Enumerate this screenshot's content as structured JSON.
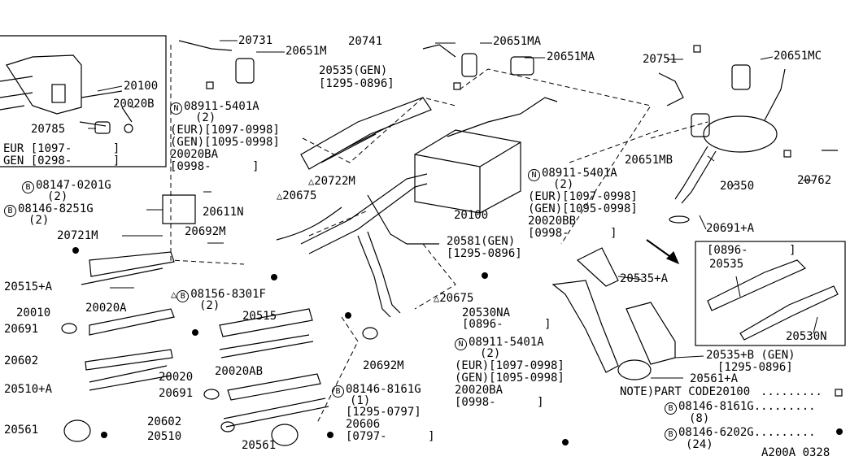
{
  "inset_topleft": {
    "part": "20100",
    "part2": "20020B",
    "part3": "20785",
    "eur": "EUR [1097-      ]",
    "gen": "GEN [0298-      ]"
  },
  "labels": {
    "p20731": "20731",
    "p20651M": "20651M",
    "p20741": "20741",
    "p20651MA_a": "20651MA",
    "p20651MA_b": "20651MA",
    "p20751": "20751",
    "p20651MC": "20651MC",
    "p20535gen": "20535(GEN)",
    "p20535gen_date": "[1295-0896]",
    "n_08911_a": "08911-5401A",
    "n_08911_a_qty": "(2)",
    "eur_a": "(EUR)[1097-0998]",
    "gen_a": "(GEN)[1095-0998]",
    "p20020BA_a": "20020BA",
    "date_0998_a": "[0998-      ]",
    "b_08147": "08147-0201G",
    "b_08147_qty": "(2)",
    "b_08146_8251": "08146-8251G",
    "b_08146_8251_qty": "(2)",
    "p20722M": "20722M",
    "p20675_a": "20675",
    "p20611N": "20611N",
    "p20692M_a": "20692M",
    "p20721M": "20721M",
    "p20515A": "20515+A",
    "b_08156": "08156-8301F",
    "b_08156_qty": "(2)",
    "p20010": "20010",
    "p20020A": "20020A",
    "p20691_a": "20691",
    "p20602_a": "20602",
    "p20515": "20515",
    "p20510A": "20510+A",
    "p20020": "20020",
    "p20020AB": "20020AB",
    "p20691_b": "20691",
    "p20561_a": "20561",
    "p20602_b": "20602",
    "p20510": "20510",
    "p20561_b": "20561",
    "p20100": "20100",
    "p20581gen": "20581(GEN)",
    "p20581_date": "[1295-0896]",
    "p20675_b": "20675",
    "p20692M_b": "20692M",
    "b_08146_8161": "08146-8161G",
    "b_08146_8161_qty": "(1)",
    "b_08146_8161_date": "[1295-0797]",
    "p20606": "20606",
    "p20606_date": "[0797-      ]",
    "n_08911_b": "08911-5401A",
    "n_08911_b_qty": "(2)",
    "eur_b": "(EUR)[1097-0998]",
    "gen_b": "(GEN)[1095-0998]",
    "p20020BB": "20020BB",
    "date_0998_b": "[0998-      ]",
    "p20651MB": "20651MB",
    "p20350": "20350",
    "p20762": "20762",
    "p20691A": "20691+A",
    "p20530NA": "20530NA",
    "p20530NA_date": "[0896-      ]",
    "n_08911_c": "08911-5401A",
    "n_08911_c_qty": "(2)",
    "eur_c": "(EUR)[1097-0998]",
    "gen_c": "(GEN)[1095-0998]",
    "p20020BA_b": "20020BA",
    "date_0998_c": "[0998-      ]",
    "p20535A": "20535+A",
    "p20535BGEN": "20535+B (GEN)",
    "p20535B_date": "[1295-0896]",
    "p20561A": "20561+A"
  },
  "inset_right": {
    "date": "[0896-      ]",
    "p20535": "20535",
    "p20530N": "20530N"
  },
  "notes": {
    "note": "NOTE)PART CODE20100",
    "note1_code": "08146-8161G",
    "note1_qty": "(8)",
    "note2_code": "08146-6202G",
    "note2_qty": "(24)",
    "ref": "A200A 0328"
  },
  "markers": {
    "N": "N",
    "B": "B",
    "tri": "△"
  }
}
